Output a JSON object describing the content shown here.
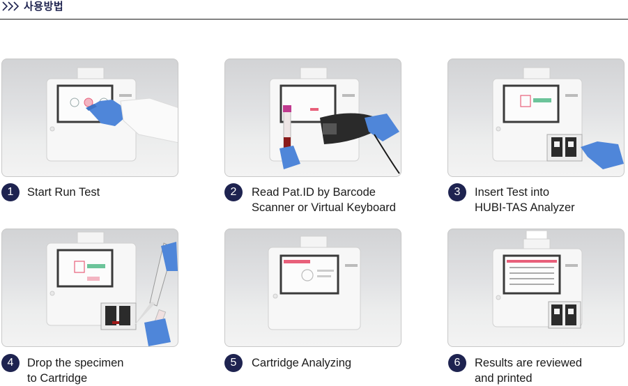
{
  "header": {
    "title": "사용방법",
    "icon": "triple-chevron-right-icon"
  },
  "colors": {
    "badge": "#1e2350",
    "glove": "#4f86d9",
    "tube_cap": "#c03a8f",
    "screen_accent": "#e8607a"
  },
  "steps": [
    {
      "number": "1",
      "caption_lines": [
        "Start Run Test"
      ],
      "photo": "analyzer-touch-screen-photo"
    },
    {
      "number": "2",
      "caption_lines": [
        "Read Pat.ID by Barcode",
        "Scanner or Virtual Keyboard"
      ],
      "photo": "barcode-scanner-tube-photo"
    },
    {
      "number": "3",
      "caption_lines": [
        "Insert Test into",
        "HUBI-TAS Analyzer"
      ],
      "photo": "insert-cartridge-photo"
    },
    {
      "number": "4",
      "caption_lines": [
        "Drop the specimen",
        "to Cartridge"
      ],
      "photo": "pipette-specimen-photo"
    },
    {
      "number": "5",
      "caption_lines": [
        "Cartridge Analyzing"
      ],
      "photo": "analyzing-screen-photo"
    },
    {
      "number": "6",
      "caption_lines": [
        "Results are reviewed",
        "and printed"
      ],
      "photo": "results-printed-photo"
    }
  ]
}
